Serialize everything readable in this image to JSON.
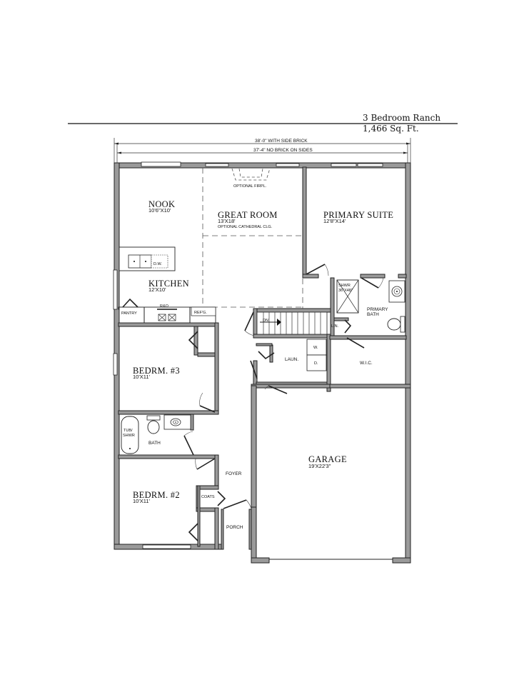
{
  "header": {
    "title": "3 Bedroom Ranch",
    "square_footage": "1,466 Sq. Ft."
  },
  "dimensions": {
    "overall_with_brick": "38'-0\" WITH SIDE BRICK",
    "overall_no_brick": "37'-4\" NO BRICK ON SIDES"
  },
  "rooms": {
    "nook": {
      "name": "NOOK",
      "size": "10'6\"X10'"
    },
    "great_room": {
      "name": "GREAT ROOM",
      "size": "13'X18'",
      "note": "OPTIONAL CATHEDRAL CLG."
    },
    "primary_suite": {
      "name": "PRIMARY SUITE",
      "size": "12'8\"X14'"
    },
    "kitchen": {
      "name": "KITCHEN",
      "size": "12'X10'"
    },
    "primary_bath": {
      "name": "PRIMARY",
      "name2": "BATH"
    },
    "bedroom3": {
      "name": "BEDRM.  #3",
      "size": "10'X11'"
    },
    "bath": {
      "name": "BATH"
    },
    "bedroom2": {
      "name": "BEDRM.  #2",
      "size": "10'X11'"
    },
    "foyer": {
      "name": "FOYER"
    },
    "porch": {
      "name": "PORCH"
    },
    "garage": {
      "name": "GARAGE",
      "size": "19'X22'3\""
    },
    "laundry": {
      "name": "LAUN."
    },
    "wic": {
      "name": "W.I.C."
    }
  },
  "fixtures": {
    "fireplace": "OPTIONAL FIRPL.",
    "dishwasher": "D.W.",
    "range_oven": "R&O",
    "refrigerator": "REF'G.",
    "pantry": "PANTRY",
    "stairs_down": "DN",
    "shower": "SHWR",
    "shower_size": "36\"X48\"",
    "linen": "LIN.",
    "washer": "W.",
    "dryer": "D.",
    "tub_shower_1": "TUB/",
    "tub_shower_2": "SHWR",
    "coats": "COATS"
  }
}
